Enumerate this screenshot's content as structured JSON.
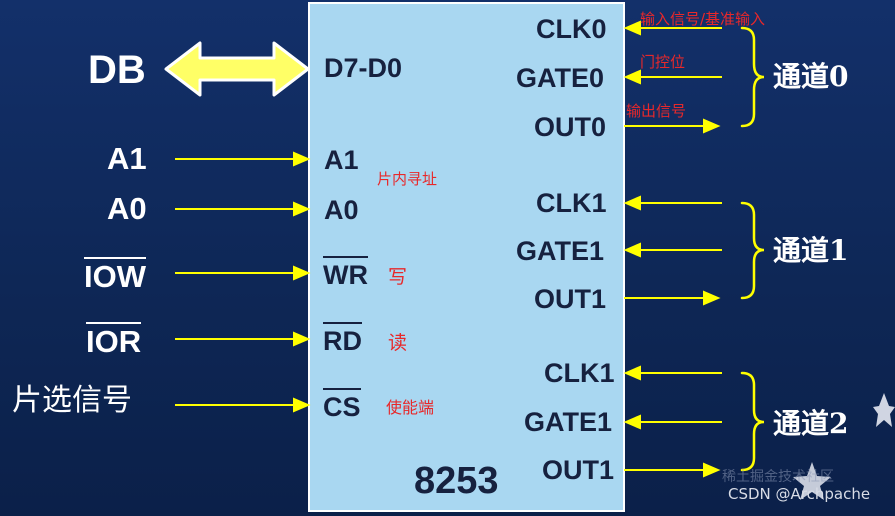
{
  "chip": {
    "name": "8253"
  },
  "bus": {
    "label": "DB",
    "pin": "D7-D0"
  },
  "left_signals": [
    {
      "id": "a1",
      "external": "A1",
      "pin": "A1",
      "note": "片内寻址"
    },
    {
      "id": "a0",
      "external": "A0",
      "pin": "A0",
      "note": ""
    },
    {
      "id": "iow",
      "external": "IOW",
      "pin": "WR",
      "note": "写"
    },
    {
      "id": "ior",
      "external": "IOR",
      "pin": "RD",
      "note": "读"
    },
    {
      "id": "cs",
      "external": "片选信号",
      "pin": "CS",
      "note": "使能端"
    }
  ],
  "channels": [
    {
      "name": "通道0",
      "pins": [
        "CLK0",
        "GATE0",
        "OUT0"
      ],
      "notes": [
        "输入信号/基准输入",
        "门控位",
        "输出信号"
      ]
    },
    {
      "name": "通道1",
      "pins": [
        "CLK1",
        "GATE1",
        "OUT1"
      ],
      "notes": [
        "",
        "",
        ""
      ]
    },
    {
      "name": "通道2",
      "pins": [
        "CLK1",
        "GATE1",
        "OUT1"
      ],
      "notes": [
        "",
        "",
        ""
      ]
    }
  ],
  "watermark": "CSDN @Archpache",
  "watermark_faded": "稀土掘金技术社区",
  "colors": {
    "chip": "#a9d7f1",
    "arrow": "#ffff00",
    "annotation": "#e8282a",
    "background": "#0f2a5c",
    "text": "#ffffff"
  }
}
